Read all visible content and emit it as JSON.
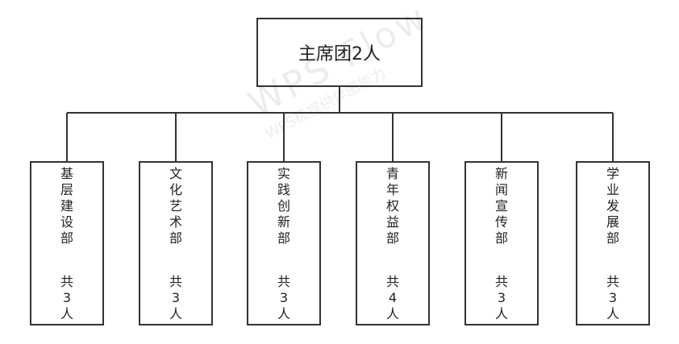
{
  "root": {
    "label": "主席团2人"
  },
  "departments": [
    {
      "name": "基层建设部",
      "count": "共3人"
    },
    {
      "name": "文化艺术部",
      "count": "共3人"
    },
    {
      "name": "实践创新部",
      "count": "共3人"
    },
    {
      "name": "青年权益部",
      "count": "共4人"
    },
    {
      "name": "新闻宣传部",
      "count": "共3人"
    },
    {
      "name": "学业发展部",
      "count": "共3人"
    }
  ],
  "watermark": {
    "main": "WPS Flow",
    "sub": "WPS极提供作图能力"
  }
}
